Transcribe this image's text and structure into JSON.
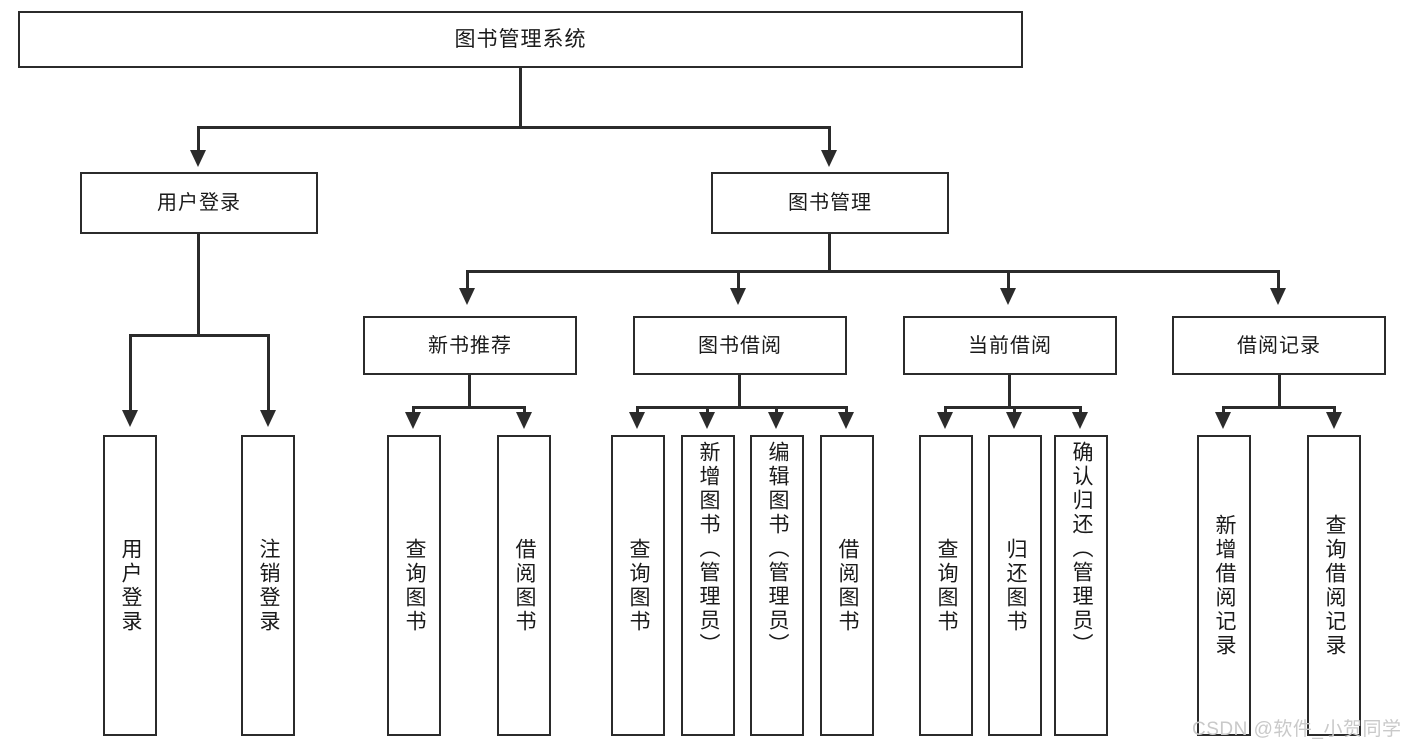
{
  "diagram": {
    "type": "tree-hierarchy",
    "title": "图书管理系统",
    "root": {
      "label": "图书管理系统"
    },
    "level1": [
      {
        "label": "用户登录"
      },
      {
        "label": "图书管理"
      }
    ],
    "level2": [
      {
        "label": "新书推荐"
      },
      {
        "label": "图书借阅"
      },
      {
        "label": "当前借阅"
      },
      {
        "label": "借阅记录"
      }
    ],
    "leaves": {
      "user_login": [
        {
          "label": "用户登录"
        },
        {
          "label": "注销登录"
        }
      ],
      "new_book_recommend": [
        {
          "label": "查询图书"
        },
        {
          "label": "借阅图书"
        }
      ],
      "book_borrow": [
        {
          "label": "查询图书"
        },
        {
          "label": "新增图书（管理员）"
        },
        {
          "label": "编辑图书（管理员）"
        },
        {
          "label": "借阅图书"
        }
      ],
      "current_borrow": [
        {
          "label": "查询图书"
        },
        {
          "label": "归还图书"
        },
        {
          "label": "确认归还（管理员）"
        }
      ],
      "borrow_record": [
        {
          "label": "新增借阅记录"
        },
        {
          "label": "查询借阅记录"
        }
      ]
    }
  },
  "watermark": {
    "text": "CSDN @软件_小贺同学"
  },
  "colors": {
    "stroke": "#2b2b2b",
    "background": "#ffffff",
    "text": "#1a1a1a",
    "watermark": "#c9c9c9"
  }
}
